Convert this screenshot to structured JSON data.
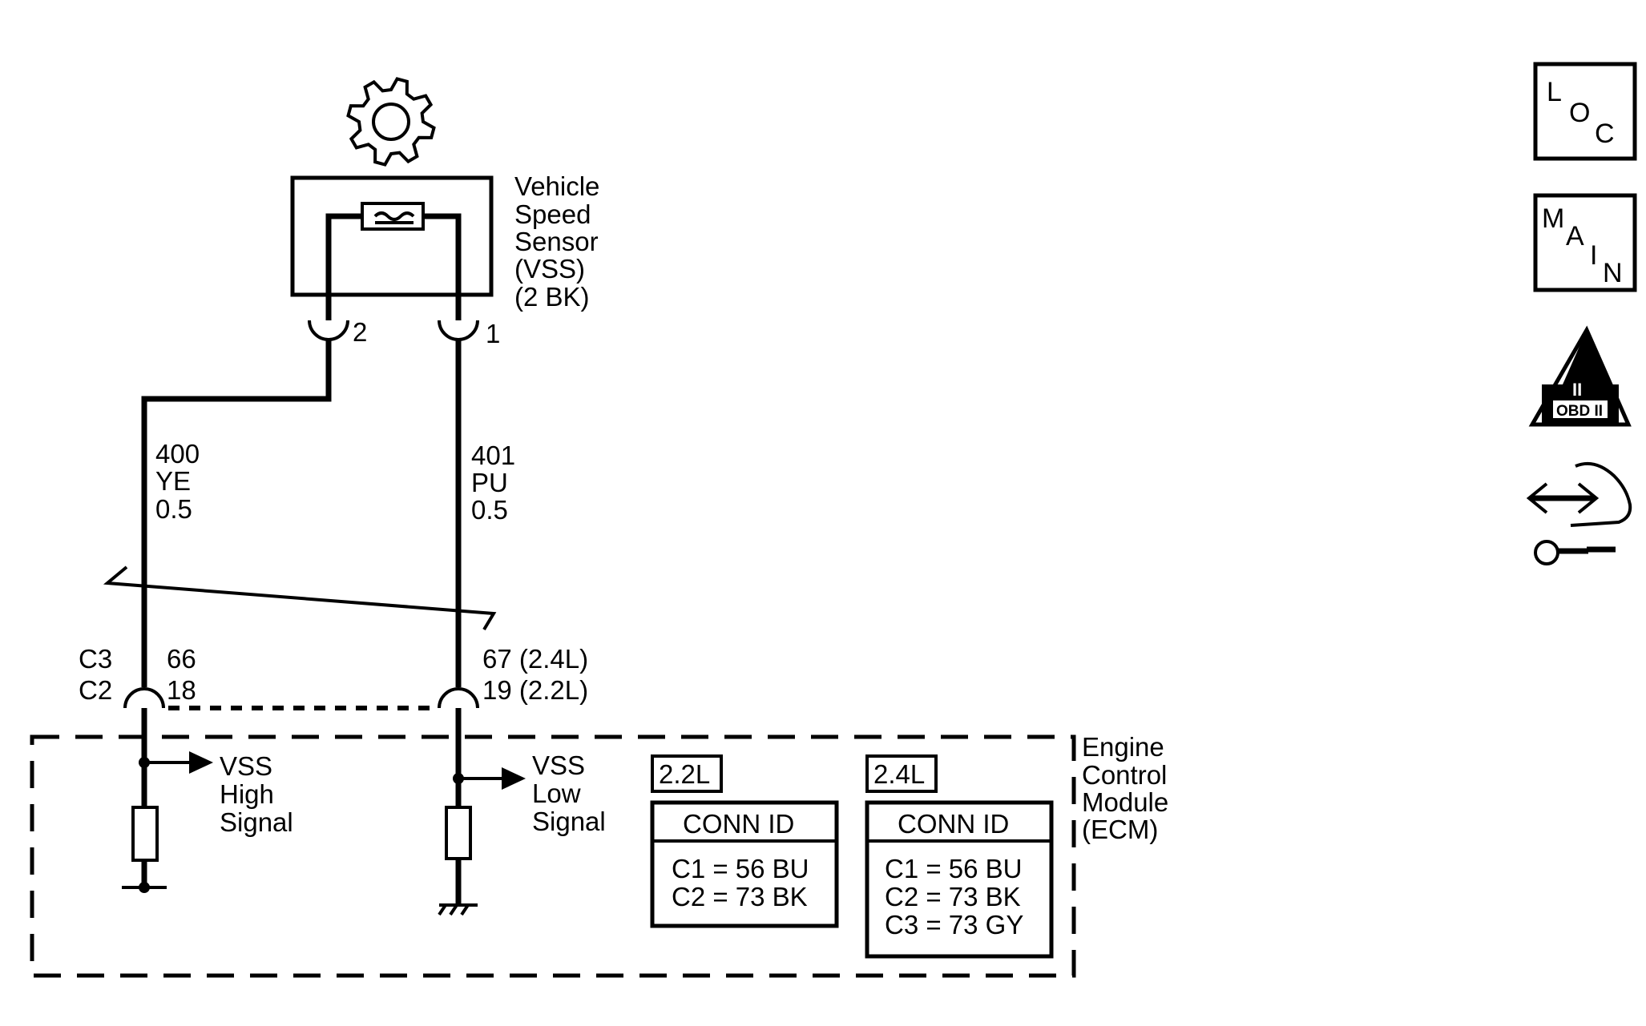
{
  "sensor": {
    "name_lines": [
      "Vehicle",
      "Speed",
      "Sensor",
      "(VSS)",
      "(2 BK)"
    ],
    "pins": [
      "2",
      "1"
    ]
  },
  "wires": [
    {
      "circuit": "400",
      "color": "YE",
      "gauge": "0.5"
    },
    {
      "circuit": "401",
      "color": "PU",
      "gauge": "0.5"
    }
  ],
  "ecm_connector": {
    "conn_labels": [
      "C3",
      "C2"
    ],
    "left_pins": [
      "66",
      "18"
    ],
    "right_pins": [
      "67 (2.4L)",
      "19 (2.2L)"
    ]
  },
  "ecm": {
    "name_lines": [
      "Engine",
      "Control",
      "Module",
      "(ECM)"
    ],
    "signals": [
      {
        "lines": [
          "VSS",
          "High",
          "Signal"
        ]
      },
      {
        "lines": [
          "VSS",
          "Low",
          "Signal"
        ]
      }
    ]
  },
  "conn_tables": [
    {
      "engine": "2.2L",
      "header": "CONN ID",
      "rows": [
        "C1 = 56 BU",
        "C2 = 73 BK"
      ]
    },
    {
      "engine": "2.4L",
      "header": "CONN ID",
      "rows": [
        "C1 = 56 BU",
        "C2 = 73 BK",
        "C3 = 73 GY"
      ]
    }
  ],
  "side_icons": {
    "loc": [
      "L",
      "O",
      "C"
    ],
    "main": [
      "M",
      "A",
      "I",
      "N"
    ],
    "obd": {
      "numeral": "II",
      "label": "OBD II"
    }
  }
}
